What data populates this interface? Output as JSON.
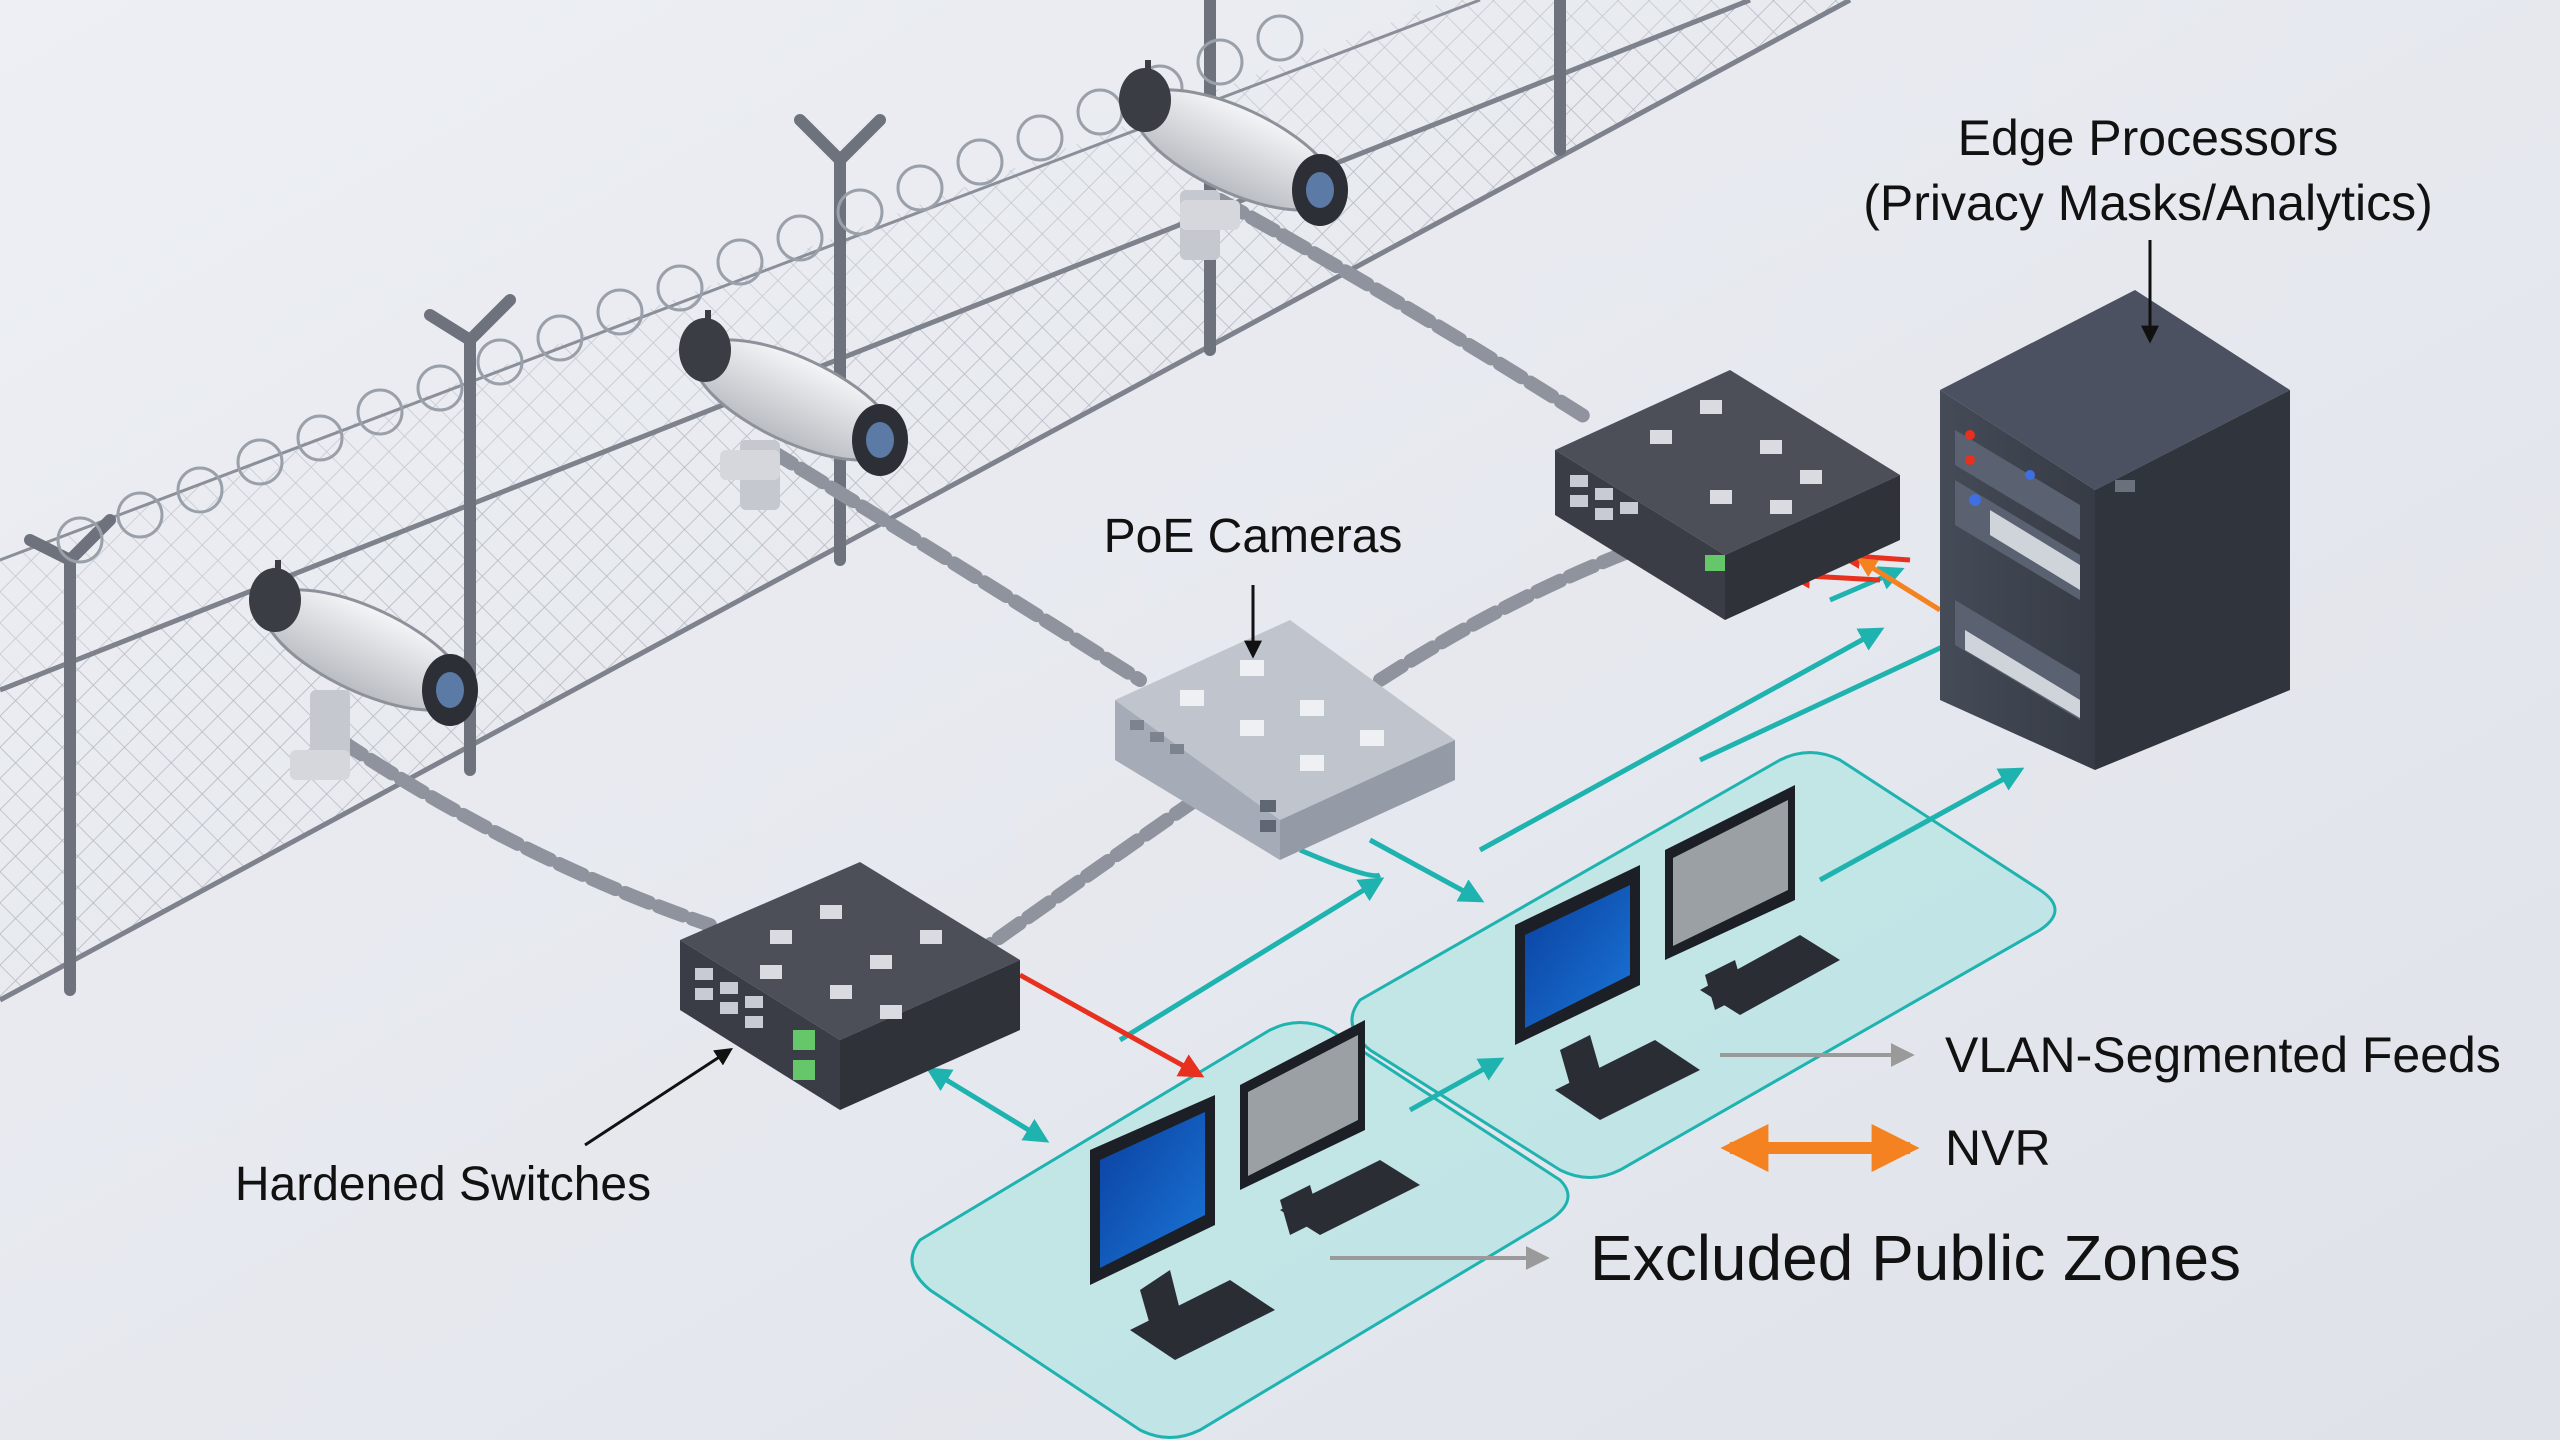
{
  "labels": {
    "edge_line1": "Edge Processors",
    "edge_line2": "(Privacy Masks/Analytics)",
    "poe_cameras": "PoE Cameras",
    "hardened_switches": "Hardened Switches"
  },
  "legend": {
    "vlan": "VLAN-Segmented Feeds",
    "nvr": "NVR",
    "excluded": "Excluded Public Zones"
  },
  "colors": {
    "background": "#e6e8ee",
    "teal_feed": "#1fb3b0",
    "red_link": "#e8301f",
    "orange_nvr": "#f58220",
    "gray_arrow": "#9a9a9a",
    "zone_fill": "#9fe3e0",
    "switch_dark": "#4a4d55",
    "switch_light": "#b7bcc6",
    "rack": "#3f4450"
  },
  "icons": [
    "camera-icon",
    "switch-icon",
    "server-rack-icon",
    "monitor-icon",
    "keyboard-icon",
    "chain-link-icon",
    "fence-icon"
  ]
}
